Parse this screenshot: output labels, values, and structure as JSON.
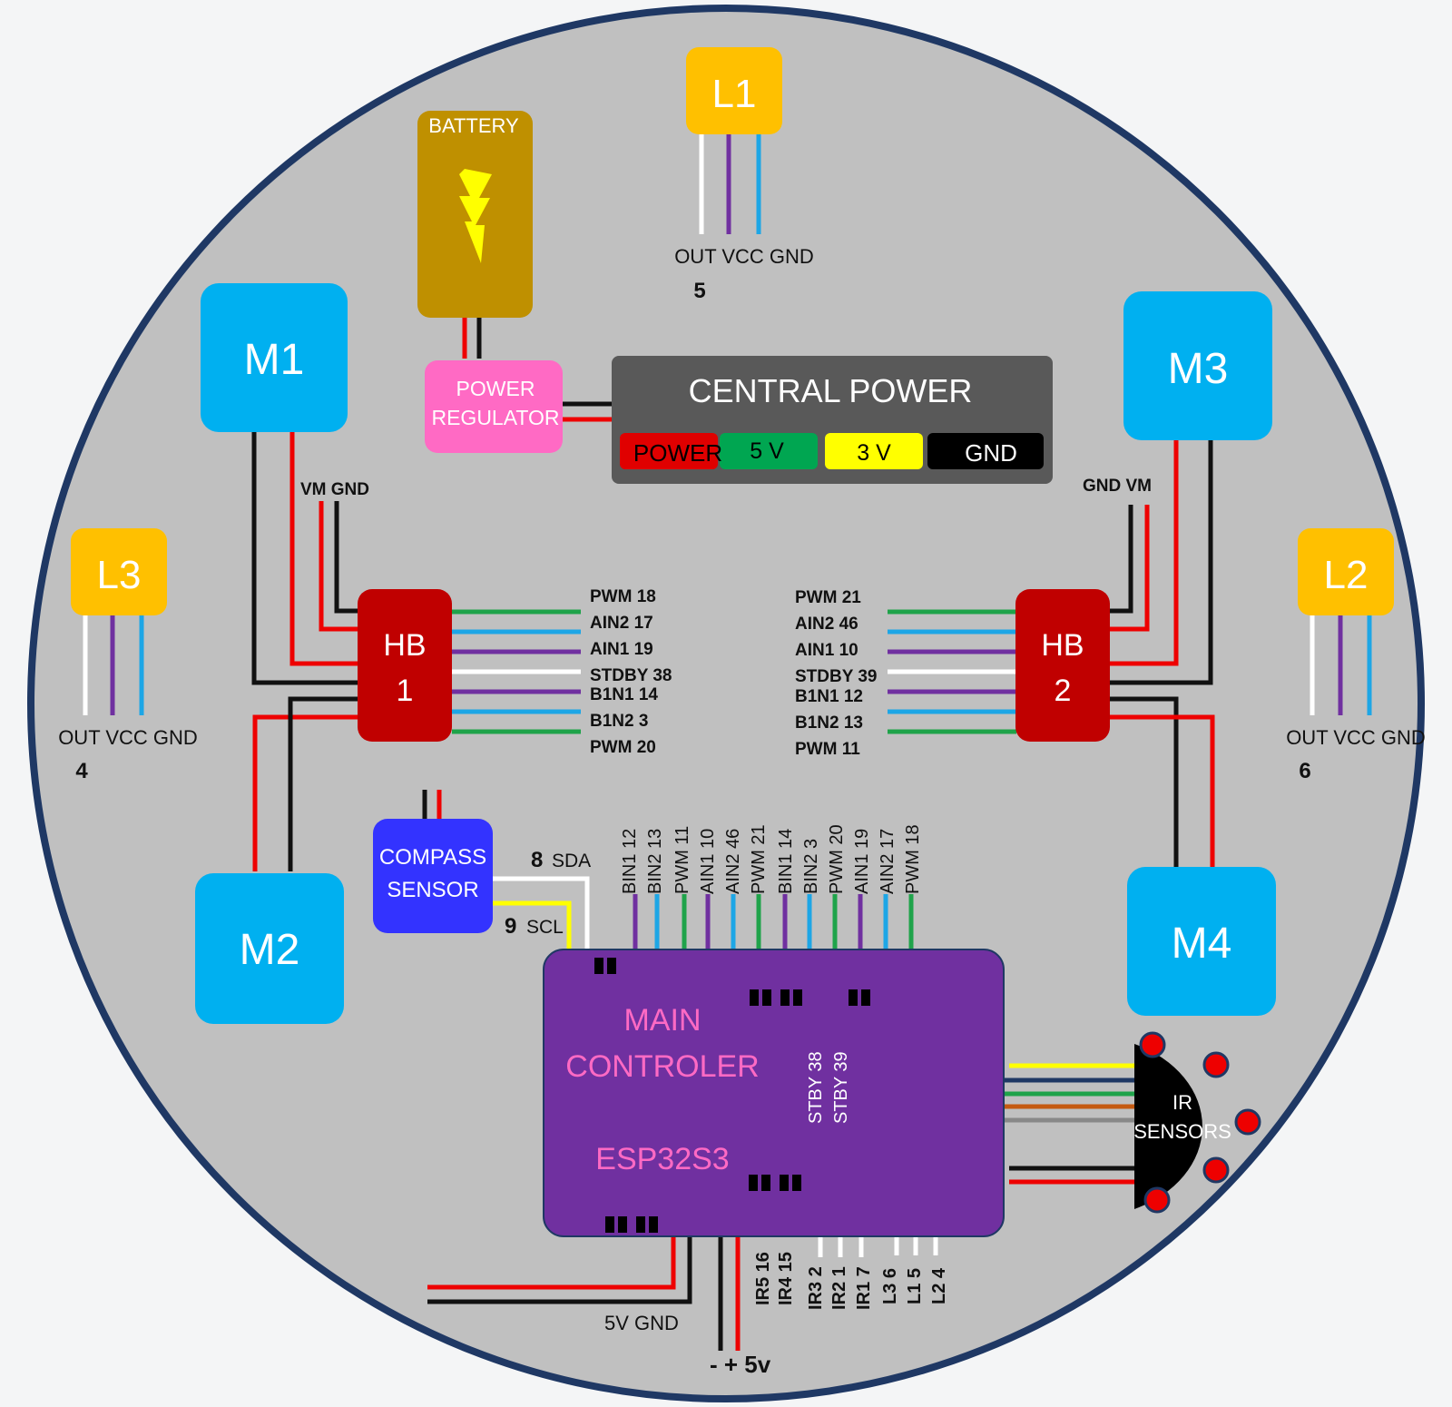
{
  "components": {
    "battery": {
      "label": "BATTERY"
    },
    "power_regulator": {
      "line1": "POWER",
      "line2": "REGULATOR"
    },
    "central_power": {
      "title": "CENTRAL POWER",
      "rails": [
        "POWER",
        "5 V",
        "3 V",
        "GND"
      ]
    },
    "motors": [
      "M1",
      "M2",
      "M3",
      "M4"
    ],
    "line_sensors": [
      {
        "name": "L1",
        "pins": "OUT VCC GND",
        "number": "5"
      },
      {
        "name": "L2",
        "pins": "OUT VCC GND",
        "number": "6"
      },
      {
        "name": "L3",
        "pins": "OUT VCC GND",
        "number": "4"
      }
    ],
    "hbridge1": {
      "line1": "HB",
      "line2": "1",
      "power_labels": "VM  GND",
      "pins": [
        "PWM 18",
        "AIN2 17",
        "AIN1 19",
        "STDBY 38",
        "B1N1 14",
        "B1N2 3",
        "PWM 20"
      ]
    },
    "hbridge2": {
      "line1": "HB",
      "line2": "2",
      "power_labels": "GND  VM",
      "pins": [
        "PWM 21",
        "AIN2 46",
        "AIN1 10",
        "STDBY 39",
        "B1N1 12",
        "B1N2 13",
        "PWM 11"
      ]
    },
    "compass": {
      "line1": "COMPASS",
      "line2": "SENSOR",
      "sda_num": "8",
      "sda": "SDA",
      "scl_num": "9",
      "scl": "SCL"
    },
    "controller": {
      "line1": "MAIN",
      "line2": "CONTROLER",
      "chip": "ESP32S3",
      "top_pins": [
        "BIN1 12",
        "BIN2 13",
        "PWM 11",
        "AIN1 10",
        "AIN2 46",
        "PWM 21",
        "BIN1 14",
        "BIN2 3",
        "PWM 20",
        "AIN1 19",
        "AIN2 17",
        "PWM 18"
      ],
      "stby_pins": [
        "STBY 38",
        "STBY 39"
      ],
      "bottom_pins": [
        "IR5 16",
        "IR4 15",
        "IR3 2",
        "IR2 1",
        "IR1 7",
        "L3 6",
        "L1 5",
        "L2 4"
      ],
      "power_left": "5V GND",
      "power_bottom": "- + 5v"
    },
    "ir": {
      "line1": "IR",
      "line2": "SENSORS"
    }
  }
}
